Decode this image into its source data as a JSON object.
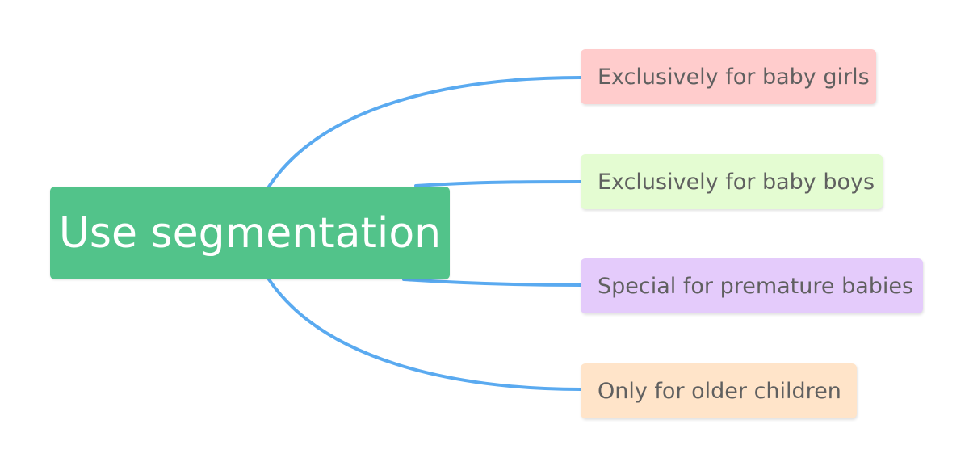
{
  "root": {
    "label": "Use segmentation",
    "color": "#52c38a"
  },
  "connector_color": "#5aaaf0",
  "branches": [
    {
      "label": "Exclusively for baby girls",
      "color": "#ffcccc"
    },
    {
      "label": "Exclusively for baby boys",
      "color": "#e4fcd2"
    },
    {
      "label": "Special for premature babies",
      "color": "#e4cbfb"
    },
    {
      "label": "Only for older children",
      "color": "#ffe4c9"
    }
  ]
}
